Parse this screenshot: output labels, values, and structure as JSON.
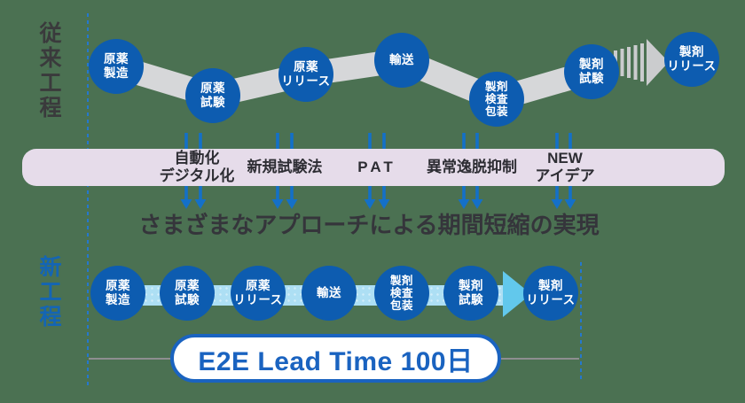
{
  "legacy": {
    "label": "従来工程",
    "steps": [
      {
        "label": "原薬\n製造"
      },
      {
        "label": "原薬\n試験"
      },
      {
        "label": "原薬\nリリース"
      },
      {
        "label": "輸送"
      },
      {
        "label": "製剤\n検査\n包装"
      },
      {
        "label": "製剤\n試験"
      },
      {
        "label": "製剤\nリリース"
      }
    ]
  },
  "improvements": {
    "items": [
      {
        "label": "自動化\nデジタル化"
      },
      {
        "label": "新規試験法"
      },
      {
        "label": "PAT"
      },
      {
        "label": "異常逸脱抑制"
      },
      {
        "label": "NEW\nアイデア"
      }
    ]
  },
  "headline": "さまざまなアプローチによる期間短縮の実現",
  "new_process": {
    "label": "新工程",
    "steps": [
      {
        "label": "原薬\n製造"
      },
      {
        "label": "原薬\n試験"
      },
      {
        "label": "原薬\nリリース"
      },
      {
        "label": "輸送"
      },
      {
        "label": "製剤\n検査\n包装"
      },
      {
        "label": "製剤\n試験"
      },
      {
        "label": "製剤\nリリース"
      }
    ],
    "lead_time_label": "E2E Lead Time 100日"
  },
  "colors": {
    "step_blue": "#0d5cb0",
    "ribbon_gray": "#d6d7d9",
    "band_pink": "#e6dcea",
    "flow_light_blue": "#addff4",
    "flow_arrowhead_blue": "#62c8ec",
    "arrow_blue": "#1470c8",
    "accent_blue": "#1a63c0",
    "dashed_line_blue": "#2478cf",
    "background_green": "#4b7152"
  }
}
